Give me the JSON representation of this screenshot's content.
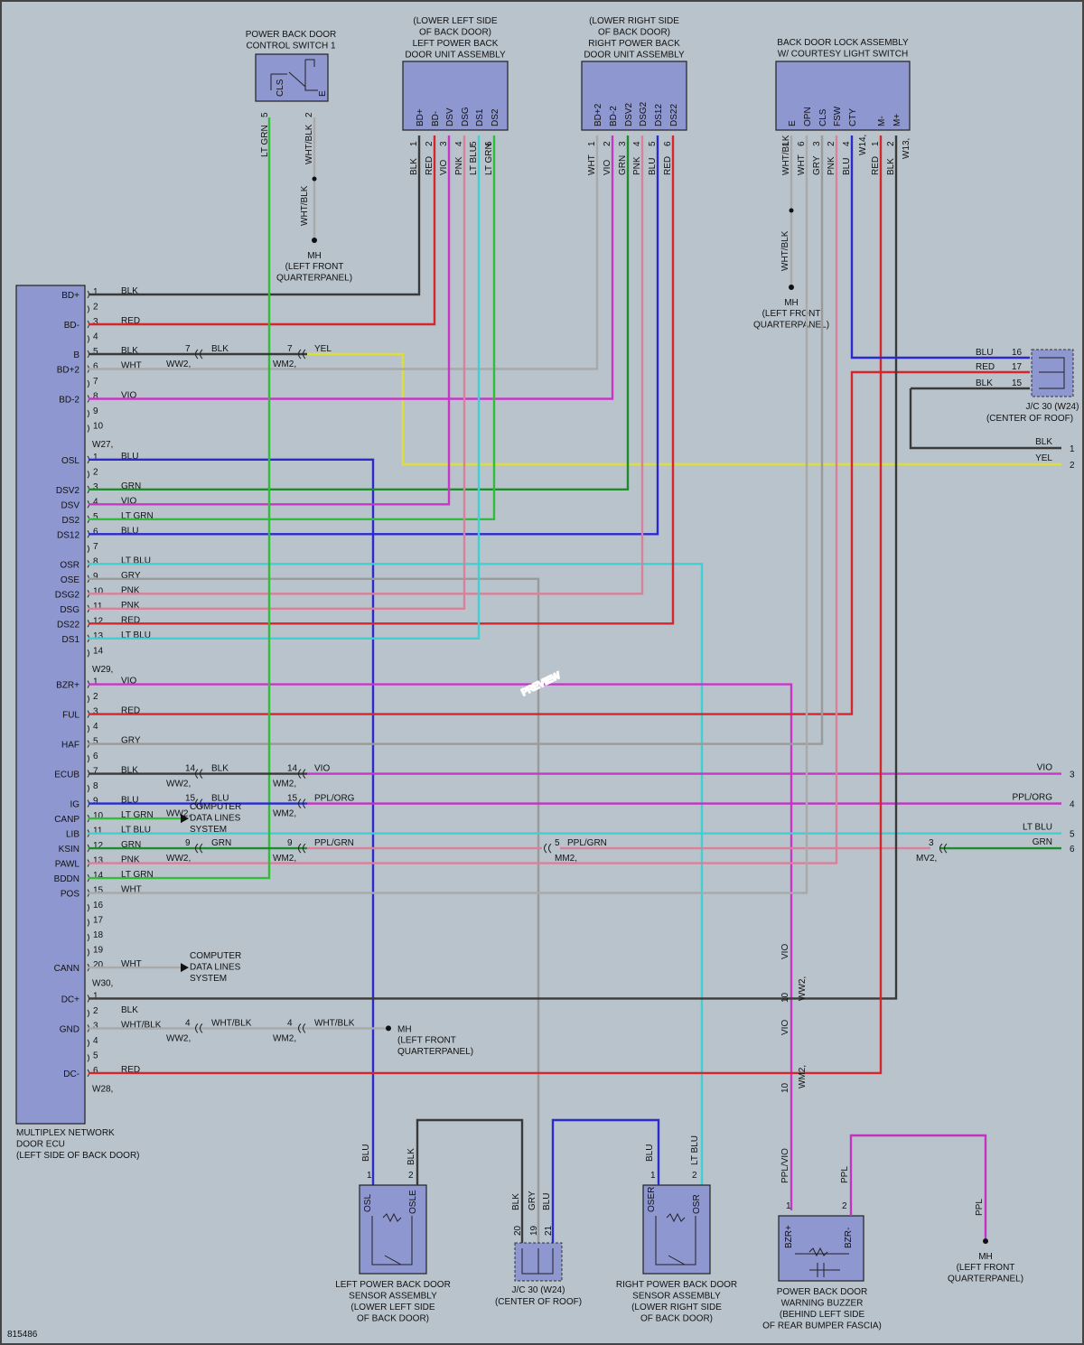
{
  "colors": {
    "BLK": "#3a3a3a",
    "RED": "#d6262b",
    "WHT": "#a9a9a9",
    "YEL": "#dede3a",
    "VIO": "#c737c7",
    "BLU": "#2a2ad0",
    "GRN": "#1f8a2e",
    "LTGRN": "#2fbf36",
    "PNK": "#d9809a",
    "LTBLU": "#3fd0d4",
    "GRY": "#9a9a9a",
    "PPL": "#c233c2",
    "background": "#b9c3cb",
    "box": "#8e97cf"
  },
  "ecu": {
    "title": [
      "MULTIPLEX NETWORK",
      "DOOR ECU",
      "(LEFT SIDE OF BACK DOOR)"
    ],
    "pins": [
      {
        "name": "BD+",
        "num": "1",
        "wire": "BLK"
      },
      {
        "name": "",
        "num": "2",
        "wire": ""
      },
      {
        "name": "BD-",
        "num": "3",
        "wire": "RED"
      },
      {
        "name": "",
        "num": "4",
        "wire": ""
      },
      {
        "name": "B",
        "num": "5",
        "wire": "BLK"
      },
      {
        "name": "BD+2",
        "num": "6",
        "wire": "WHT"
      },
      {
        "name": "",
        "num": "7",
        "wire": ""
      },
      {
        "name": "BD-2",
        "num": "8",
        "wire": "VIO"
      },
      {
        "name": "",
        "num": "9",
        "wire": ""
      },
      {
        "name": "",
        "num": "10",
        "wire": ""
      },
      {
        "name": "",
        "num": "W27",
        "wire": ""
      },
      {
        "name": "OSL",
        "num": "1",
        "wire": "BLU"
      },
      {
        "name": "",
        "num": "2",
        "wire": ""
      },
      {
        "name": "DSV2",
        "num": "3",
        "wire": "GRN"
      },
      {
        "name": "DSV",
        "num": "4",
        "wire": "VIO"
      },
      {
        "name": "DS2",
        "num": "5",
        "wire": "LT GRN"
      },
      {
        "name": "DS12",
        "num": "6",
        "wire": "BLU"
      },
      {
        "name": "",
        "num": "7",
        "wire": ""
      },
      {
        "name": "OSR",
        "num": "8",
        "wire": "LT BLU"
      },
      {
        "name": "OSE",
        "num": "9",
        "wire": "GRY"
      },
      {
        "name": "DSG2",
        "num": "10",
        "wire": "PNK"
      },
      {
        "name": "DSG",
        "num": "11",
        "wire": "PNK"
      },
      {
        "name": "DS22",
        "num": "12",
        "wire": "RED"
      },
      {
        "name": "DS1",
        "num": "13",
        "wire": "LT BLU"
      },
      {
        "name": "",
        "num": "14",
        "wire": ""
      },
      {
        "name": "",
        "num": "W29",
        "wire": ""
      },
      {
        "name": "BZR+",
        "num": "1",
        "wire": "VIO"
      },
      {
        "name": "",
        "num": "2",
        "wire": ""
      },
      {
        "name": "FUL",
        "num": "3",
        "wire": "RED"
      },
      {
        "name": "",
        "num": "4",
        "wire": ""
      },
      {
        "name": "HAF",
        "num": "5",
        "wire": "GRY"
      },
      {
        "name": "",
        "num": "6",
        "wire": ""
      },
      {
        "name": "ECUB",
        "num": "7",
        "wire": "BLK"
      },
      {
        "name": "",
        "num": "8",
        "wire": ""
      },
      {
        "name": "IG",
        "num": "9",
        "wire": "BLU"
      },
      {
        "name": "CANP",
        "num": "10",
        "wire": "LT GRN"
      },
      {
        "name": "LIB",
        "num": "11",
        "wire": "LT BLU"
      },
      {
        "name": "KSIN",
        "num": "12",
        "wire": "GRN"
      },
      {
        "name": "PAWL",
        "num": "13",
        "wire": "PNK"
      },
      {
        "name": "BDDN",
        "num": "14",
        "wire": "LT GRN"
      },
      {
        "name": "POS",
        "num": "15",
        "wire": "WHT"
      },
      {
        "name": "",
        "num": "16",
        "wire": ""
      },
      {
        "name": "",
        "num": "17",
        "wire": ""
      },
      {
        "name": "",
        "num": "18",
        "wire": ""
      },
      {
        "name": "",
        "num": "19",
        "wire": ""
      },
      {
        "name": "CANN",
        "num": "20",
        "wire": "WHT"
      },
      {
        "name": "",
        "num": "W30",
        "wire": ""
      },
      {
        "name": "DC+",
        "num": "1",
        "wire": ""
      },
      {
        "name": "",
        "num": "2",
        "wire": "BLK"
      },
      {
        "name": "GND",
        "num": "3",
        "wire": "WHT/BLK"
      },
      {
        "name": "",
        "num": "4",
        "wire": ""
      },
      {
        "name": "",
        "num": "5",
        "wire": ""
      },
      {
        "name": "DC-",
        "num": "6",
        "wire": "RED"
      },
      {
        "name": "",
        "num": "W28",
        "wire": ""
      }
    ]
  },
  "switch1": {
    "title": [
      "POWER BACK DOOR",
      "CONTROL SWITCH 1"
    ],
    "pins": [
      "CLS",
      "E"
    ],
    "nums": [
      "5",
      "2"
    ],
    "wires": [
      "LT GRN",
      "WHT/BLK"
    ]
  },
  "left_unit": {
    "title": [
      "(LOWER LEFT SIDE",
      "OF BACK DOOR)",
      "LEFT POWER BACK",
      "DOOR UNIT ASSEMBLY"
    ],
    "pins": [
      "BD+",
      "BD-",
      "DSV",
      "DSG",
      "DS1",
      "DS2"
    ],
    "nums": [
      "1",
      "2",
      "3",
      "4",
      "5",
      "6"
    ],
    "wires": [
      "BLK",
      "RED",
      "VIO",
      "PNK",
      "LT BLU",
      "LT GRN"
    ]
  },
  "right_unit": {
    "title": [
      "(LOWER RIGHT SIDE",
      "OF BACK DOOR)",
      "RIGHT POWER BACK",
      "DOOR UNIT ASSEMBLY"
    ],
    "pins": [
      "BD+2",
      "BD-2",
      "DSV2",
      "DSG2",
      "DS12",
      "DS22"
    ],
    "nums": [
      "1",
      "2",
      "3",
      "4",
      "5",
      "6"
    ],
    "wires": [
      "WHT",
      "VIO",
      "GRN",
      "PNK",
      "BLU",
      "RED"
    ]
  },
  "lock_assy": {
    "title": [
      "BACK DOOR LOCK ASSEMBLY",
      "W/ COURTESY LIGHT SWITCH"
    ],
    "pins": [
      "E",
      "OPN",
      "CLS",
      "FSW",
      "CTY",
      "M-",
      "M+"
    ],
    "nums": [
      "1",
      "6",
      "3",
      "2",
      "4",
      "1",
      "2"
    ],
    "wires": [
      "WHT/BLK",
      "WHT",
      "GRY",
      "PNK",
      "BLU",
      "RED",
      "BLK"
    ],
    "conns": [
      "W14",
      "W13"
    ]
  },
  "ground": {
    "mh": "MH",
    "loc": [
      "(LEFT FRONT",
      "QUARTERPANEL)"
    ]
  },
  "jc30": {
    "title": "J/C 30 (W24)",
    "sub": "(CENTER OF ROOF)",
    "pins": [
      "16",
      "17",
      "15"
    ],
    "wires": [
      "BLU",
      "RED",
      "BLK"
    ],
    "bottom_pins": [
      "20",
      "19",
      "21"
    ],
    "bottom_wires": [
      "BLK",
      "GRY",
      "BLU"
    ]
  },
  "connectors": {
    "ww2": "WW2",
    "wm2": "WM2",
    "mm2": "MM2",
    "mv2": "MV2"
  },
  "computer_lines": [
    "COMPUTER",
    "DATA LINES",
    "SYSTEM"
  ],
  "right_edge": [
    {
      "num": "1",
      "wire": "BLK"
    },
    {
      "num": "2",
      "wire": "YEL"
    },
    {
      "num": "3",
      "wire": "VIO"
    },
    {
      "num": "4",
      "wire": "PPL/ORG"
    },
    {
      "num": "5",
      "wire": "LT BLU"
    },
    {
      "num": "6",
      "wire": "GRN"
    }
  ],
  "left_sensor": {
    "title": [
      "LEFT POWER BACK DOOR",
      "SENSOR ASSEMBLY",
      "(LOWER LEFT SIDE",
      "OF BACK DOOR)"
    ],
    "pins": [
      "OSL",
      "OSLE"
    ],
    "nums": [
      "1",
      "2"
    ],
    "wires": [
      "BLU",
      "BLK"
    ]
  },
  "right_sensor": {
    "title": [
      "RIGHT POWER BACK DOOR",
      "SENSOR ASSEMBLY",
      "(LOWER RIGHT SIDE",
      "OF BACK DOOR)"
    ],
    "pins": [
      "OSER",
      "OSR"
    ],
    "nums": [
      "1",
      "2"
    ],
    "wires": [
      "BLU",
      "LT BLU"
    ]
  },
  "buzzer": {
    "title": [
      "POWER BACK DOOR",
      "WARNING BUZZER",
      "(BEHIND LEFT SIDE",
      "OF REAR BUMPER FASCIA)"
    ],
    "pins": [
      "BZR+",
      "BZR-"
    ],
    "nums": [
      "1",
      "2"
    ],
    "wires": [
      "PPL/VIO",
      "PPL"
    ]
  },
  "vio_labels": {
    "vio": "VIO",
    "num": "10",
    "ww2": "WW2",
    "wm2": "WM2",
    "ppl": "PPL"
  },
  "watermark": "PREVIEW",
  "figure_id": "815486"
}
